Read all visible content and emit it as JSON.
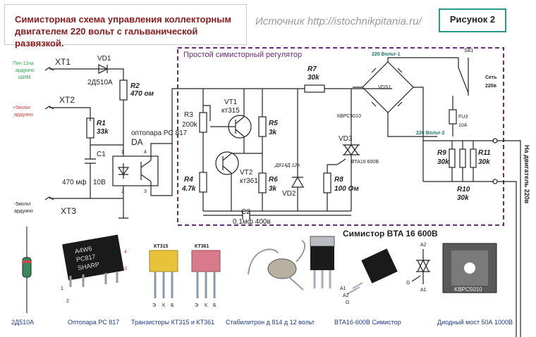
{
  "title": "Симисторная схема управления коллекторным двигателем 220 вольт с гальванической развязкой.",
  "source": "Источник http://istochnikpitania.ru/",
  "figure_label": "Рисунок 2",
  "regulator_label": "Простой симисторный регулятор",
  "inputs": {
    "pwm": "Пин 11на ардуино ШИМ",
    "plus5": "+5вольт ардуино",
    "minus5": "-5вольт ардуино",
    "xt1": "XT1",
    "xt2": "XT2",
    "xt3": "XT3"
  },
  "components": {
    "vd1": "VD1",
    "vd1_type": "2Д510А",
    "r2": "R2",
    "r2_val": "470 ом",
    "r1": "R1",
    "r1_val": "33k",
    "c1": "C1",
    "c1_val": "470 мф",
    "c1_volt": "10В",
    "opto": "оптопара PC 817",
    "da": "DA",
    "pin1": "1",
    "pin2": "2",
    "pin3": "3",
    "pin4": "4",
    "r3": "R3",
    "r3_val": "200k",
    "r4": "R4",
    "r4_val": "4.7k",
    "vt1": "VT1",
    "vt1_type": "кт315",
    "vt2": "VT2",
    "vt2_type": "кт361",
    "r5": "R5",
    "r5_val": "3k",
    "r6": "R6",
    "r6_val": "3k",
    "r7": "R7",
    "r7_val": "30k",
    "vd2_type": "Д814Д 12в",
    "vd2": "VD2",
    "r8": "R8",
    "r8_val": "100 Ом",
    "vd3": "VD3",
    "vd3_type": "ВТА16 600В",
    "c2": "C2",
    "c2_val": "0.1мф 400в",
    "vds1": "VDS1",
    "vds1_type": "КВРС5010",
    "v220_1": "220 Вольт-1",
    "v220_2": "220 Вольт-2",
    "sa1": "SA1",
    "mains": "Сеть",
    "mains_v": "220в",
    "fu3": "FU3",
    "fu3_val": "10A",
    "r9": "R9",
    "r9_val": "30k",
    "r11": "R11",
    "r11_val": "30k",
    "r10": "R10",
    "r10_val": "30k",
    "motor": "На двигатель 220в"
  },
  "photos": {
    "triac_title": "Симистор BTA 16 600В",
    "captions": [
      "2Д510А",
      "Оптопара PC 817",
      "Транзисторы КТ315 и КТ361",
      "Стабилитрон д 814 д 12 вольт",
      "BTA16-600В Симистор",
      "Диодный мост 50А 1000В"
    ],
    "opto_marking": "A4W6\nPC817\nSHARP",
    "kt315": "КТ315",
    "kt361": "КТ361",
    "pins_ekb": [
      "Э",
      "К",
      "Б"
    ],
    "bridge_marking": "KBPC5010",
    "a1": "A1",
    "a2": "A2",
    "g": "G"
  },
  "colors": {
    "title": "#8b1a1a",
    "pwm_label": "#2aa84a",
    "plus5_label": "#e03a3a",
    "regulator_border": "#6a2a7a",
    "accent": "#2a9a8a"
  }
}
